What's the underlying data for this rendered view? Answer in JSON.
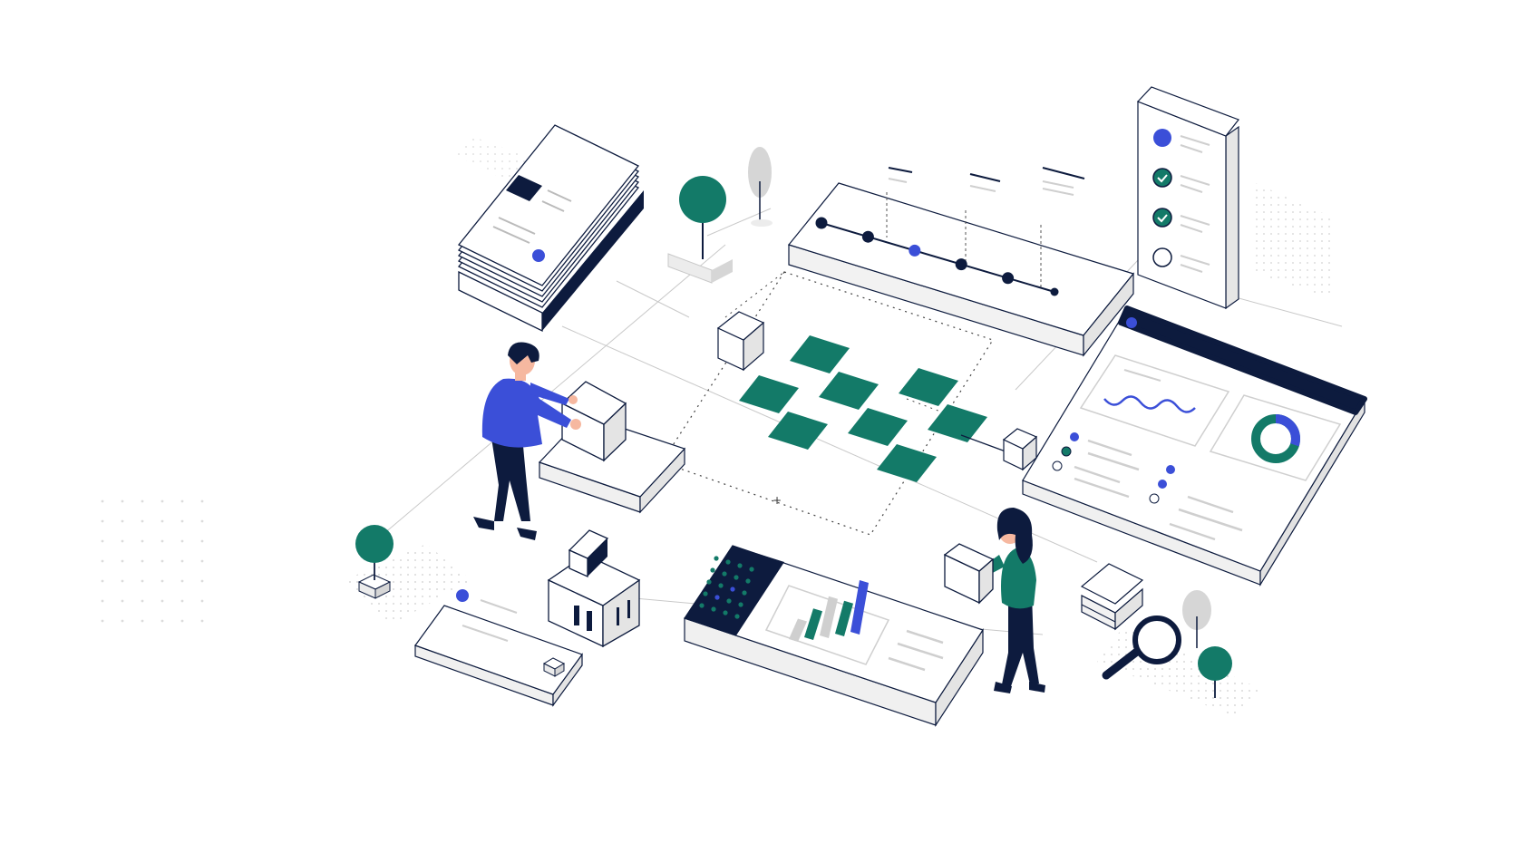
{
  "palette": {
    "navy": "#0d1b3e",
    "blue": "#3b4fd8",
    "green": "#137a68",
    "grey": "#d6d6d6",
    "lightgrey": "#ececec",
    "skin": "#f6b8a0",
    "hair": "#0d1b3e"
  },
  "icons": [
    "document-stack-icon",
    "timeline-icon",
    "checklist-card-icon",
    "dashboard-window-icon",
    "line-chart-icon",
    "donut-chart-icon",
    "bar-chart-icon",
    "magnifier-icon",
    "tree-icon",
    "building-icon",
    "logo-mark-icon",
    "cube-icon"
  ],
  "timeline": {
    "point_count": 6,
    "highlighted_index": 2
  },
  "checklist": {
    "items": [
      "pending",
      "done",
      "done",
      "empty"
    ]
  },
  "bar_chart": {
    "relative_values": [
      0.25,
      0.45,
      0.7,
      0.55,
      1.0
    ]
  },
  "donut": {
    "fraction": 0.3
  }
}
